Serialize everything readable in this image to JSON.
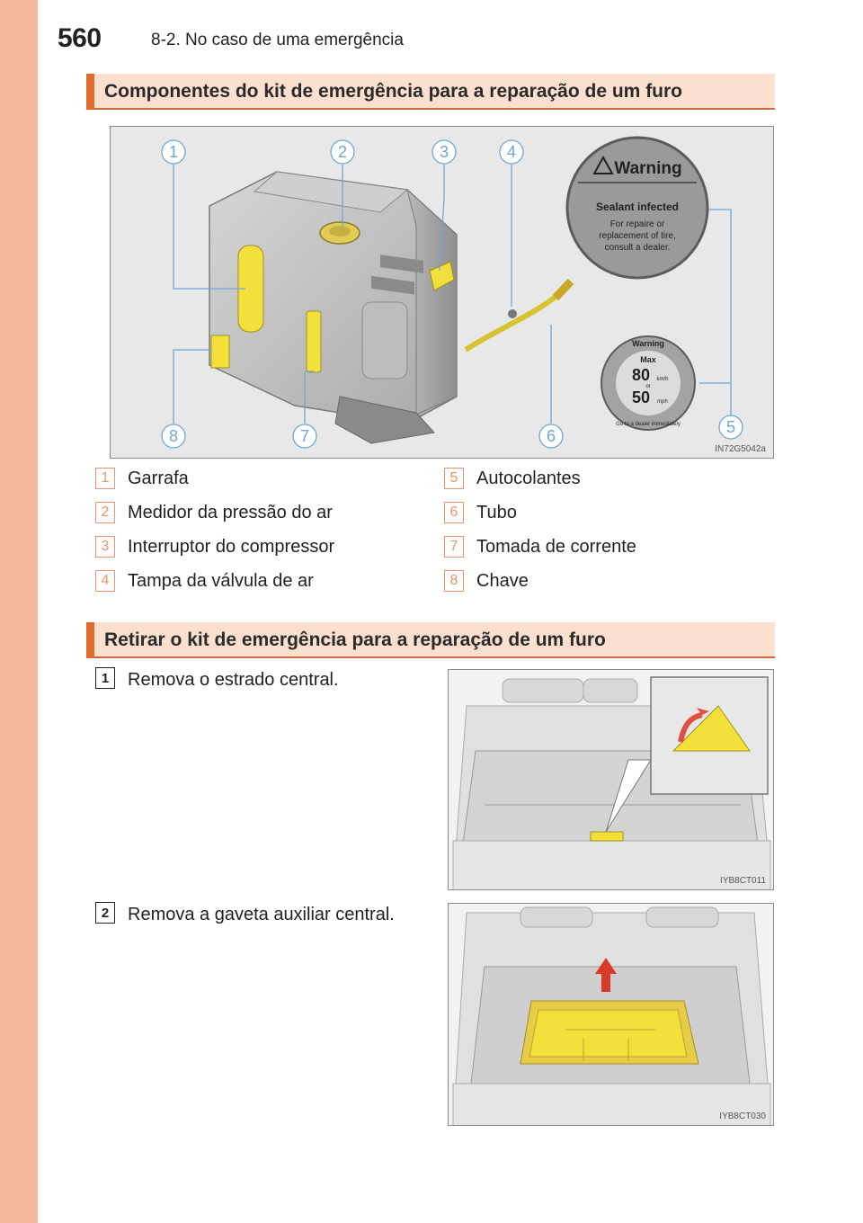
{
  "header": {
    "page_number": "560",
    "chapter": "8-2. No caso de uma emergência"
  },
  "section1": {
    "title": "Componentes do kit de emergência para a reparação de um furo",
    "figure_code": "IN72G5042a",
    "figure_labels": [
      "1",
      "2",
      "3",
      "4",
      "5",
      "6",
      "7",
      "8"
    ],
    "sticker_warning": {
      "heading": "Warning",
      "subheading": "Sealant infected",
      "body_lines": [
        "For repaire or",
        "replacement of tire,",
        "consult a dealer."
      ]
    },
    "sticker_speed": {
      "heading": "Warning",
      "max": "Max",
      "kmh_value": "80",
      "kmh_unit": "km/h",
      "or": "or",
      "mph_value": "50",
      "mph_unit": "mph",
      "footer": "Go to a dealer immediately"
    },
    "components": [
      {
        "num": "1",
        "label": "Garrafa"
      },
      {
        "num": "2",
        "label": "Medidor da pressão do ar"
      },
      {
        "num": "3",
        "label": "Interruptor do compressor"
      },
      {
        "num": "4",
        "label": "Tampa da válvula de ar"
      },
      {
        "num": "5",
        "label": "Autocolantes"
      },
      {
        "num": "6",
        "label": "Tubo"
      },
      {
        "num": "7",
        "label": "Tomada de corrente"
      },
      {
        "num": "8",
        "label": "Chave"
      }
    ]
  },
  "section2": {
    "title": "Retirar o kit de emergência para a reparação de um furo",
    "steps": [
      {
        "num": "1",
        "text": "Remova o estrado central.",
        "figure_code": "IYB8CT011"
      },
      {
        "num": "2",
        "text": "Remova a gaveta auxiliar central.",
        "figure_code": "IYB8CT030"
      }
    ]
  },
  "colors": {
    "side_tab": "#f4b99a",
    "section_bar": "#fbe0d0",
    "section_accent": "#e26a2c",
    "callout": "#e8936b",
    "highlight_yellow": "#f3e03a"
  }
}
